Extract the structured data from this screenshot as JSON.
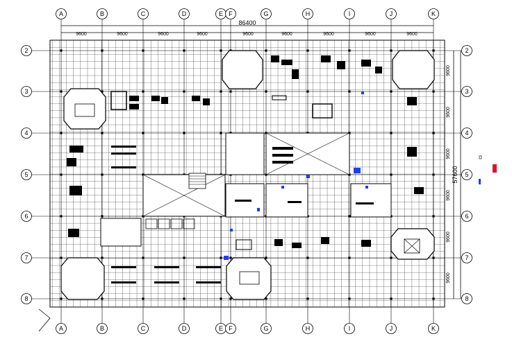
{
  "col_axes": [
    "A",
    "B",
    "C",
    "D",
    "E",
    "F",
    "G",
    "H",
    "I",
    "J",
    "K"
  ],
  "row_axes": [
    "2",
    "3",
    "4",
    "5",
    "6",
    "7",
    "8"
  ],
  "dimensions": {
    "overall_width": "86400",
    "bays": [
      "9600",
      "9600",
      "9600",
      "9600",
      "9600",
      "9600",
      "9600",
      "9600",
      "9600"
    ],
    "overall_depth": "57600",
    "right_bays": [
      "9600",
      "9600",
      "9600",
      "9600",
      "9600",
      "9600"
    ]
  },
  "colors": {
    "line": "#000000",
    "accent_blue": "#1e3cff",
    "marker_red": "#e0102a"
  }
}
